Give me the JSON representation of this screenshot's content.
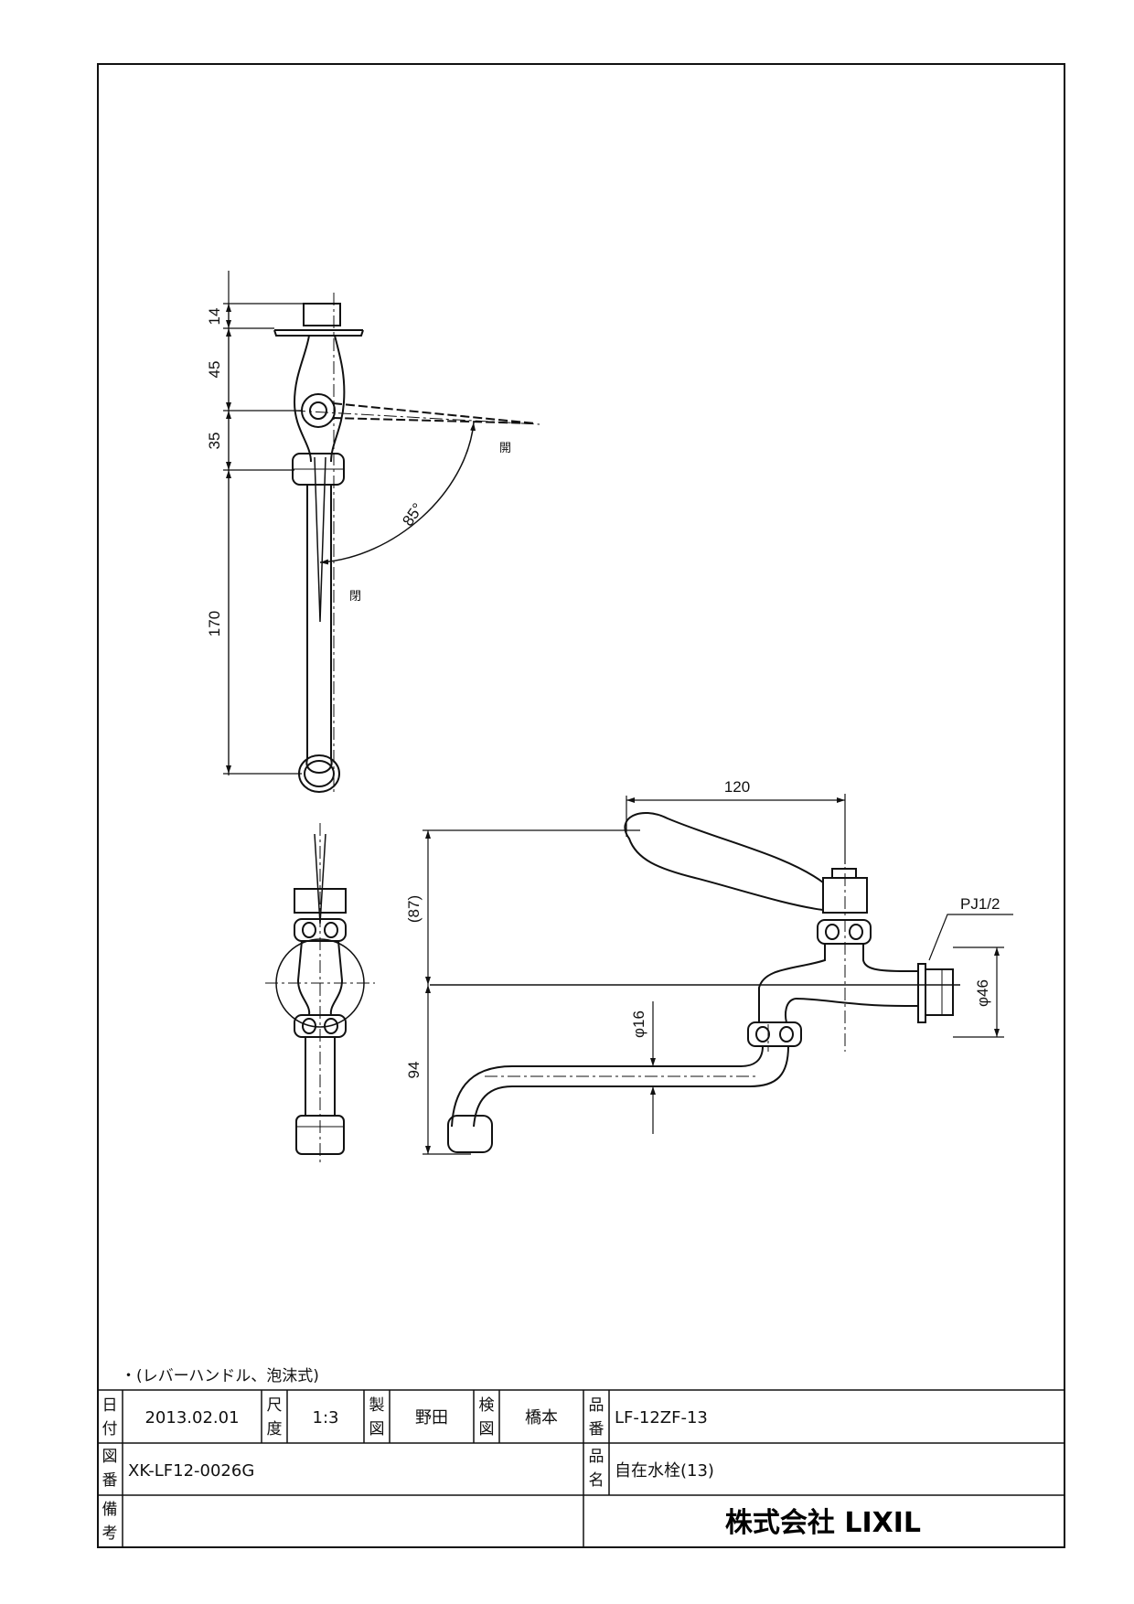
{
  "side_view": {
    "dimensions": [
      "14",
      "45",
      "35",
      "170"
    ],
    "angle_label": "85°",
    "open_label": "開",
    "closed_label": "閉"
  },
  "front_view": {
    "dim_120": "120",
    "dim_87": "(87)",
    "dim_94": "94",
    "dim_phi16": "φ16",
    "dim_phi46": "φ46",
    "thread_label": "PJ1/2"
  },
  "note": "・(レバーハンドル、泡沫式)",
  "title_block": {
    "date_label": [
      "日",
      "付"
    ],
    "date_value": "2013.02.01",
    "scale_label": [
      "尺",
      "度"
    ],
    "scale_value": "1:3",
    "drafted_label": [
      "製",
      "図"
    ],
    "drafted_value": "野田",
    "checked_label": [
      "検",
      "図"
    ],
    "checked_value": "橋本",
    "part_no_label": [
      "品",
      "番"
    ],
    "part_no_value": "LF-12ZF-13",
    "drawing_no_label": [
      "図",
      "番"
    ],
    "drawing_no_value": "XK-LF12-0026G",
    "product_name_label": [
      "品",
      "名"
    ],
    "product_name_value": "自在水栓(13)",
    "remarks_label": [
      "備",
      "考"
    ],
    "company": "株式会社 LIXIL"
  }
}
